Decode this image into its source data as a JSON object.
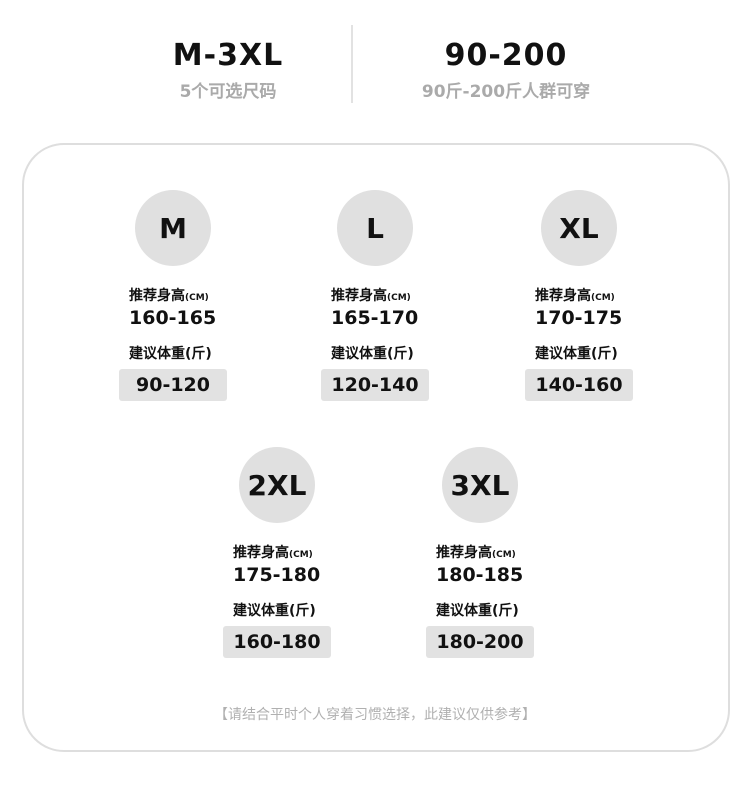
{
  "header": {
    "left": {
      "title": "M-3XL",
      "subtitle": "5个可选尺码"
    },
    "right": {
      "title": "90-200",
      "subtitle": "90斤-200斤人群可穿"
    }
  },
  "labels": {
    "height": "推荐身高",
    "height_unit": "(CM)",
    "weight": "建议体重(斤)"
  },
  "sizes": [
    {
      "size": "M",
      "height": "160-165",
      "weight": "90-120"
    },
    {
      "size": "L",
      "height": "165-170",
      "weight": "120-140"
    },
    {
      "size": "XL",
      "height": "170-175",
      "weight": "140-160"
    },
    {
      "size": "2XL",
      "height": "175-180",
      "weight": "160-180"
    },
    {
      "size": "3XL",
      "height": "180-185",
      "weight": "180-200"
    }
  ],
  "note": "【请结合平时个人穿着习惯选择，此建议仅供参考】"
}
